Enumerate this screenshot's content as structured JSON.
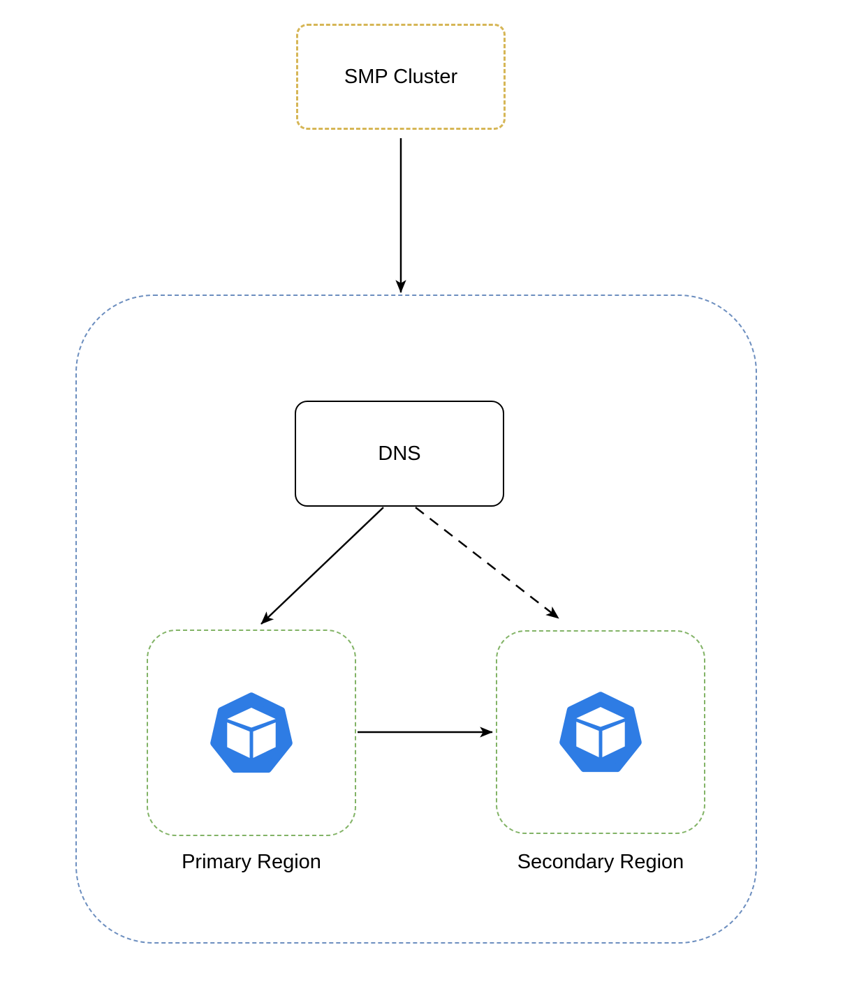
{
  "diagram": {
    "nodes": {
      "smp_cluster": {
        "label": "SMP Cluster"
      },
      "dns": {
        "label": "DNS"
      },
      "primary_region": {
        "label": "Primary Region",
        "icon": "cube-heptagon-icon"
      },
      "secondary_region": {
        "label": "Secondary Region",
        "icon": "cube-heptagon-icon"
      }
    },
    "containers": {
      "outer": {
        "label": ""
      }
    },
    "edges": [
      {
        "from": "smp_cluster",
        "to": "outer_container",
        "style": "solid",
        "arrow": "end"
      },
      {
        "from": "dns",
        "to": "primary_region",
        "style": "solid",
        "arrow": "end"
      },
      {
        "from": "dns",
        "to": "secondary_region",
        "style": "dashed",
        "arrow": "end"
      },
      {
        "from": "primary_region",
        "to": "secondary_region",
        "style": "solid",
        "arrow": "end"
      }
    ],
    "colors": {
      "smp_cluster_border": "#D6B656",
      "outer_container_border": "#6C8EBF",
      "region_border": "#82B366",
      "dns_border": "#000000",
      "edge_stroke": "#000000",
      "icon_blue": "#2E7CE4",
      "text": "#000000",
      "background": "#FFFFFF"
    }
  }
}
